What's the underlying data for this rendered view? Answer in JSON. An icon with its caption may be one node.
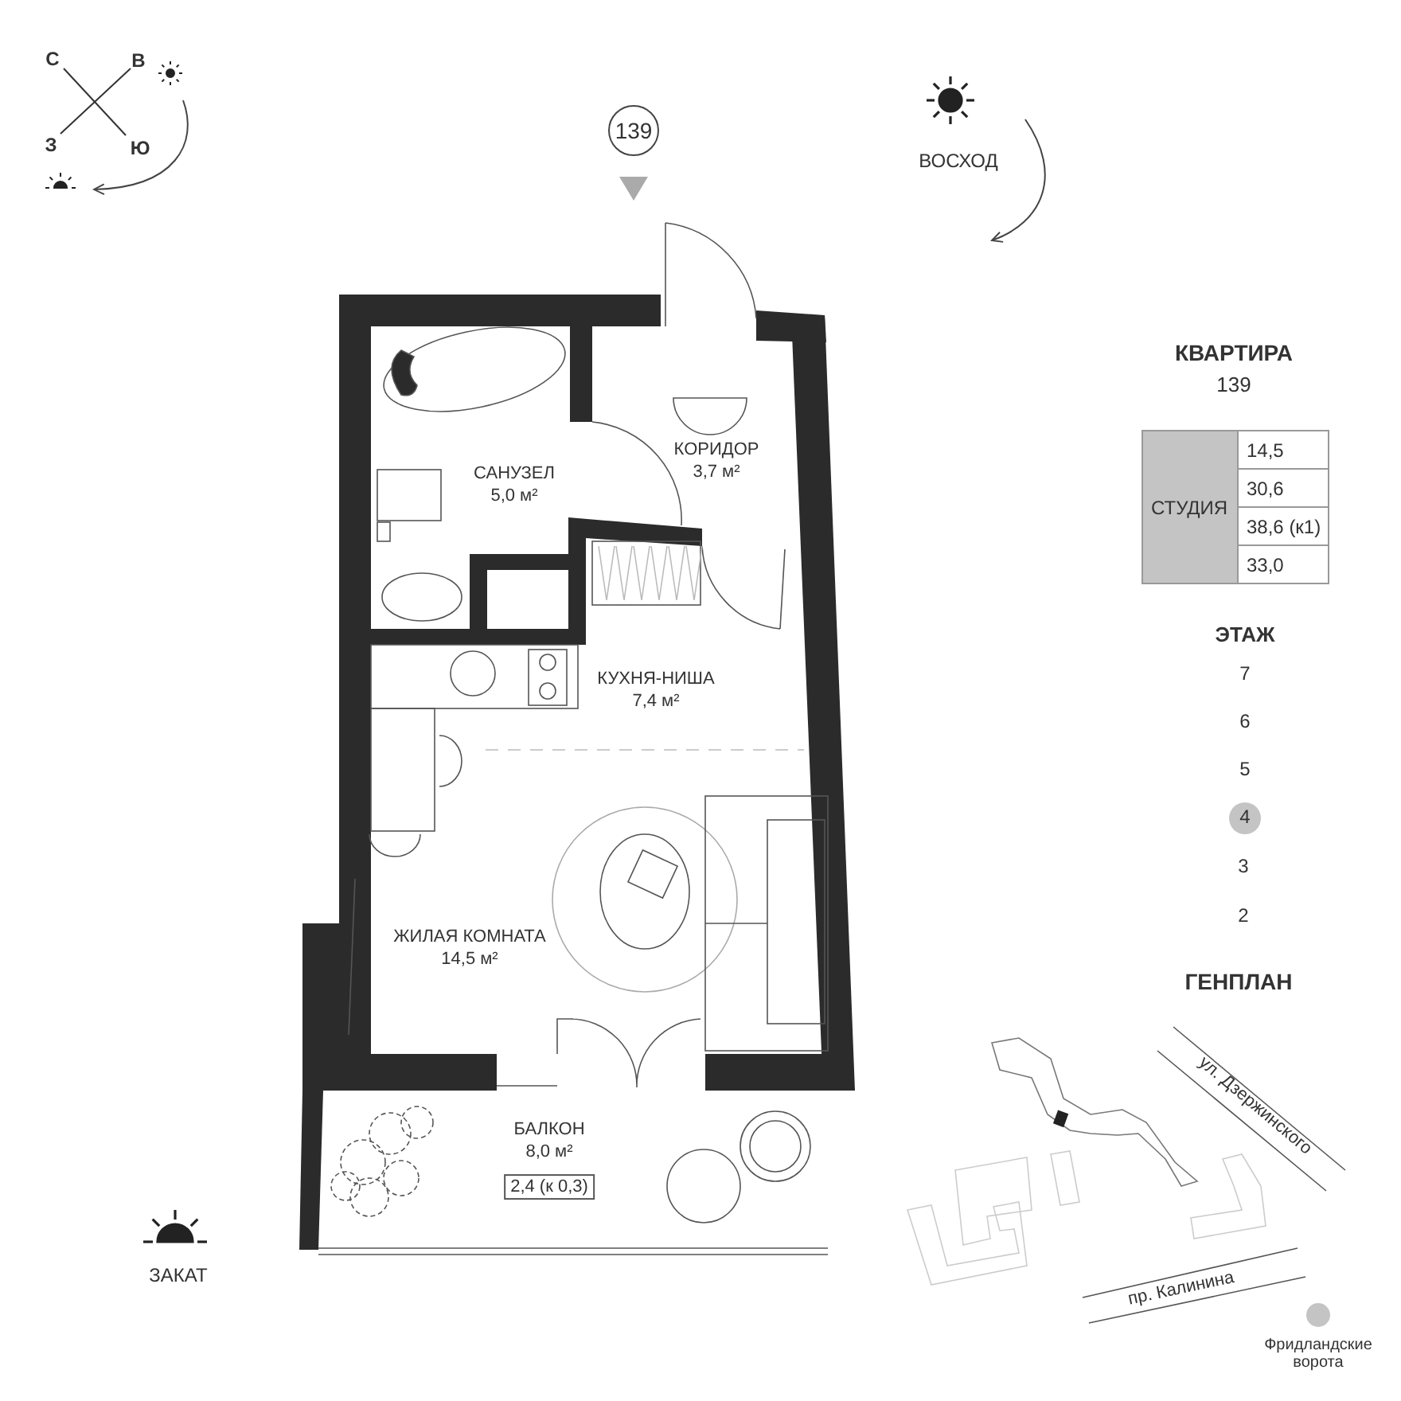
{
  "diagram": {
    "nodes": [
      {
        "text": [
          "139"
        ]
      },
      {
        "text": [
          "САНУЗЕЛ",
          "5,0 м²"
        ]
      },
      {
        "text": [
          "КОРИДОР",
          "3,7 м²"
        ]
      },
      {
        "text": [
          "КУХНЯ-НИША",
          "7,4 м²"
        ]
      },
      {
        "text": [
          "ЖИЛАЯ КОМНАТА",
          "14,5 м²"
        ]
      },
      {
        "text": [
          "БАЛКОН",
          "8,0 м²",
          "2,4 (к 0,3)"
        ]
      },
      {
        "text": [
          "4"
        ]
      }
    ],
    "labels": [
      "С",
      "В",
      "З",
      "Ю",
      "ВОСХОД",
      "КВАРТИРА",
      "139",
      "СТУДИЯ",
      "14,5",
      "30,6",
      "38,6 (к1)",
      "33,0",
      "ЭТАЖ",
      "7",
      "6",
      "5",
      "3",
      "2",
      "ГЕНПЛАН",
      "ул. Дзержинского",
      "ЗАКАТ",
      "пр. Калинина",
      "Фридландские ворота"
    ]
  }
}
